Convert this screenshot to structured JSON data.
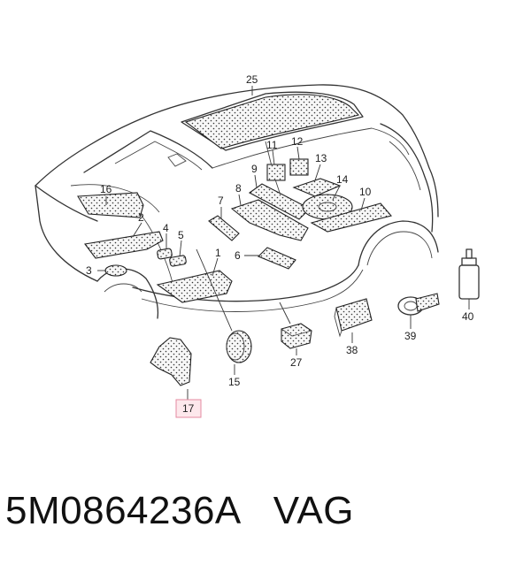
{
  "footer": {
    "part_number": "5M0864236A",
    "vendor": "VAG"
  },
  "callouts": {
    "c1": "1",
    "c2": "2",
    "c3": "3",
    "c4": "4",
    "c5": "5",
    "c6": "6",
    "c7": "7",
    "c8": "8",
    "c9": "9",
    "c10": "10",
    "c11": "11",
    "c12": "12",
    "c13": "13",
    "c14": "14",
    "c15": "15",
    "c16": "16",
    "c17": "17",
    "c25": "25",
    "c27": "27",
    "c38": "38",
    "c39": "39",
    "c40": "40"
  },
  "highlighted_callout": "17"
}
